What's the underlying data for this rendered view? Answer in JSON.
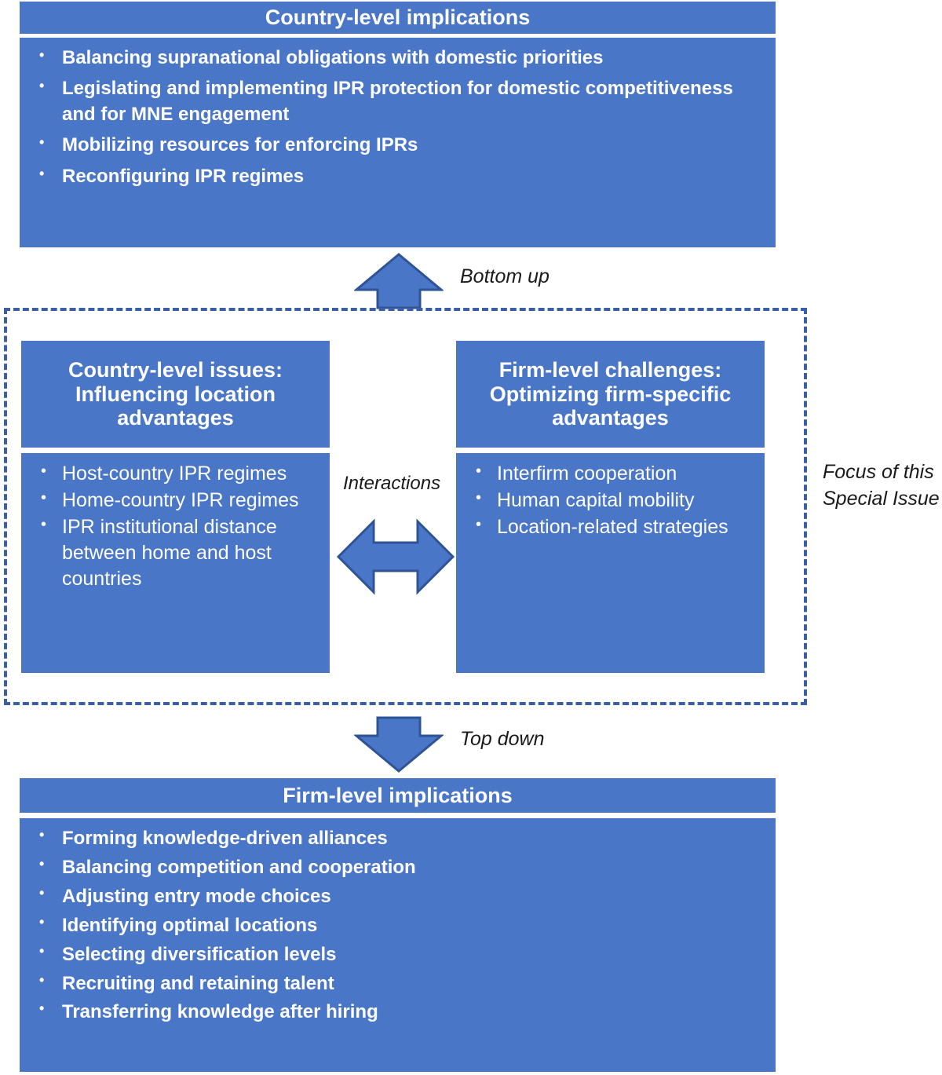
{
  "diagram": {
    "title": "Country-level and firm-level IPR implications framework",
    "accent_color": "#4a76c8",
    "dashed_border_color": "#3a5fa8",
    "text_on_accent": "#ffffff"
  },
  "top_panel": {
    "header": "Country-level implications",
    "bullets": [
      "Balancing supranational obligations with domestic priorities",
      "Legislating and implementing IPR protection for domestic competitiveness and for MNE engagement",
      "Mobilizing resources for enforcing IPRs",
      "Reconfiguring IPR regimes"
    ]
  },
  "middle_left_panel": {
    "header_line_1": "Country-level issues:",
    "header_line_2": "Influencing location",
    "header_line_3": "advantages",
    "bullets": [
      "Host-country IPR regimes",
      "Home-country IPR regimes",
      "IPR institutional distance between home and host countries"
    ]
  },
  "middle_right_panel": {
    "header_line_1": "Firm-level challenges:",
    "header_line_2": "Optimizing firm-specific",
    "header_line_3": "advantages",
    "bullets": [
      "Interfirm cooperation",
      "Human capital mobility",
      "Location-related strategies"
    ]
  },
  "bottom_panel": {
    "header": "Firm-level implications",
    "bullets": [
      "Forming knowledge-driven alliances",
      "Balancing competition and cooperation",
      "Adjusting entry mode choices",
      "Identifying optimal locations",
      "Selecting diversification levels",
      "Recruiting and retaining talent",
      "Transferring knowledge after hiring"
    ]
  },
  "labels": {
    "bottom_up": "Bottom up",
    "top_down": "Top down",
    "interactions": "Interactions",
    "focus_line_1": "Focus of this",
    "focus_line_2": "Special Issue"
  }
}
